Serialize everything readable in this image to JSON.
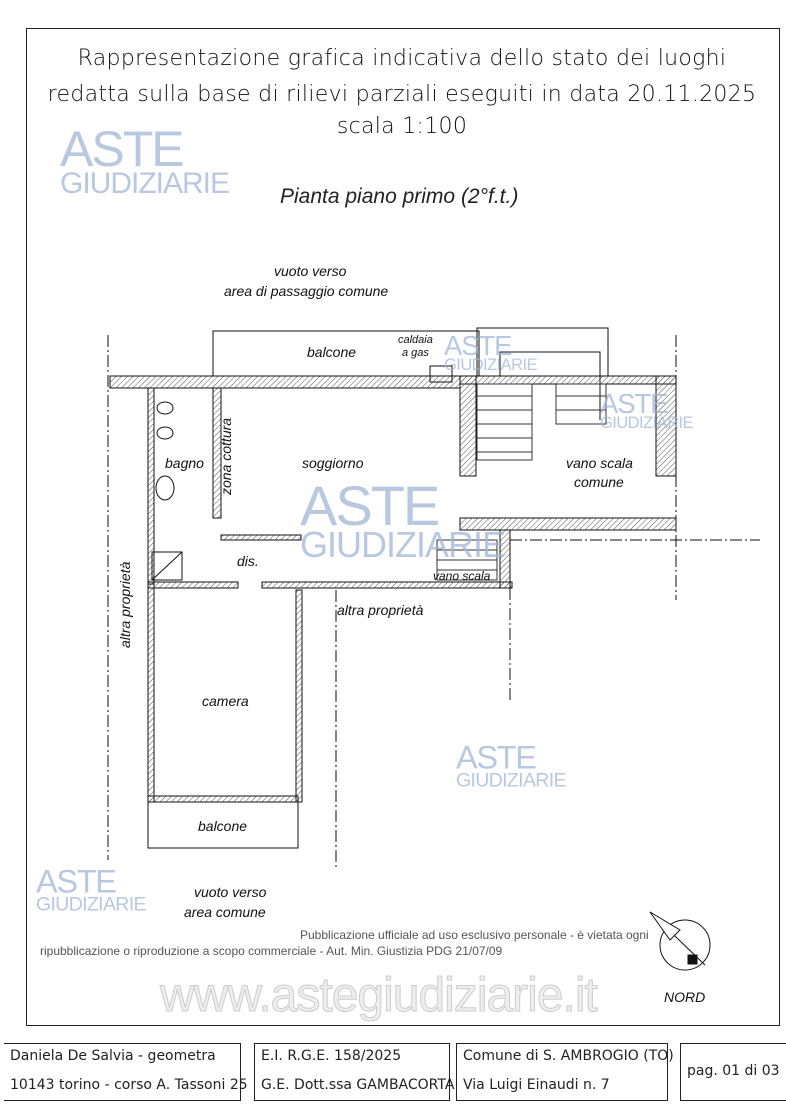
{
  "header": {
    "line1": "Rappresentazione grafica indicativa dello stato dei luoghi",
    "line2": "redatta sulla base di rilievi parziali eseguiti in data 20.11.2025",
    "line3": "scala 1:100"
  },
  "plan_title": "Pianta piano primo (2°f.t.)",
  "labels": {
    "vuoto_top": "vuoto verso",
    "area_top": "area di passaggio comune",
    "balcone_top": "balcone",
    "caldaia": "caldaia",
    "a_gas": "a gas",
    "bagno": "bagno",
    "zona_cottura": "zona cottura",
    "soggiorno": "soggiorno",
    "vano_scala_comune_1": "vano scala",
    "vano_scala_comune_2": "comune",
    "dis": "dis.",
    "vano_scala": "vano scala",
    "altra_proprieta_right": "altra proprietà",
    "altra_proprieta_left": "altra proprietà",
    "camera": "camera",
    "balcone_bottom": "balcone",
    "vuoto_bottom": "vuoto verso",
    "area_bottom": "area comune",
    "nord": "NORD"
  },
  "watermark": {
    "aste": "ASTE",
    "giudiziarie": "GIUDIZIARIE",
    "site": "www.astegiudiziarie.it",
    "notice1": "Pubblicazione ufficiale ad uso esclusivo personale - è vietata ogni",
    "notice2": "ripubblicazione o riproduzione a scopo commerciale - Aut. Min. Giustizia PDG 21/07/09"
  },
  "footer": {
    "author": "Daniela De Salvia - geometra",
    "address": "10143 torino - corso A. Tassoni 25",
    "procedure": "E.I. R.G.E. 158/2025",
    "judge": "G.E. Dott.ssa GAMBACORTA",
    "comune": "Comune di S. AMBROGIO (TO)",
    "street": "Via Luigi Einaudi n. 7",
    "page": "pag. 01 di 03"
  }
}
